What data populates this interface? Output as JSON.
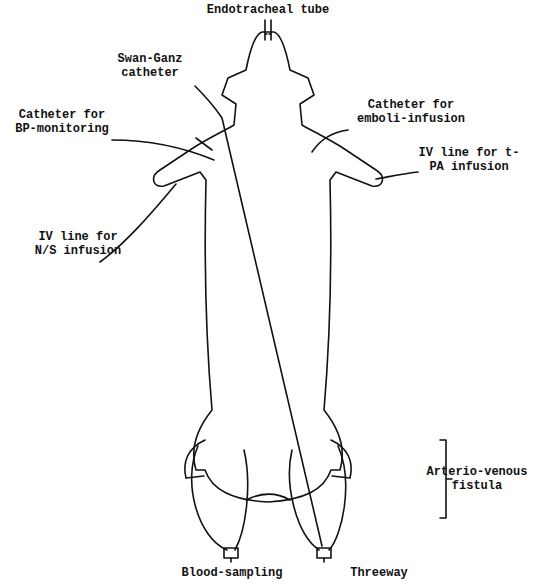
{
  "diagram": {
    "labels": [
      "Endotracheal tube",
      "Swan-Ganz catheter",
      "Catheter for BP-monitoring",
      "Catheter for emboli-infusion",
      "IV line for t-PA infusion",
      "IV line for N/S infusion",
      "Arterio-venous fistula",
      "Blood-sampling",
      "Threeway"
    ]
  }
}
